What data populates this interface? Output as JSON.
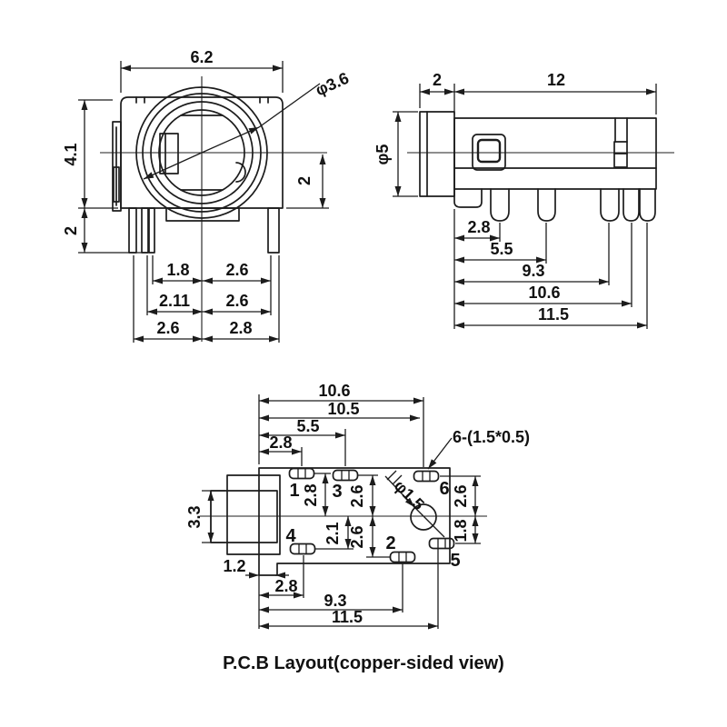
{
  "drawing": {
    "caption": "P.C.B Layout(copper-sided view)",
    "front_view": {
      "width": "6.2",
      "hole_dia": "φ3.6",
      "body_height": "4.1",
      "pin_length": "2",
      "center_offset": "2",
      "pin_rows": [
        {
          "left": "1.8",
          "right": "2.6"
        },
        {
          "left": "2.11",
          "right": "2.6"
        },
        {
          "left": "2.6",
          "right": "2.8"
        }
      ]
    },
    "side_view": {
      "flange_width": "2",
      "body_length": "12",
      "flange_dia": "φ5",
      "pin_spacings": [
        "2.8",
        "5.5",
        "9.3",
        "10.6",
        "11.5"
      ]
    },
    "pcb_layout": {
      "pad_callout": "6-(1.5*0.5)",
      "hole_dia": "φ1.5",
      "barrel_height": "3.3",
      "top_dims": [
        "10.6",
        "10.5",
        "5.5",
        "2.8"
      ],
      "bottom_dims": [
        "1.2",
        "2.8",
        "9.3",
        "11.5"
      ],
      "row_dims": {
        "pad1": "2.8",
        "pad4": "2.1",
        "pad3": "2.6",
        "pad2": "2.6",
        "pad6": "2.6",
        "pad5": "1.8"
      },
      "pad_labels": [
        "1",
        "2",
        "3",
        "4",
        "5",
        "6"
      ]
    }
  }
}
